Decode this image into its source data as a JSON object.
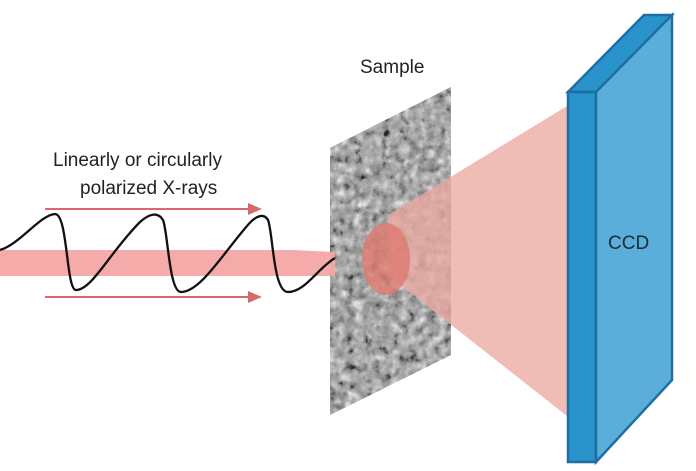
{
  "labels": {
    "sample": "Sample",
    "xrays_line1": "Linearly or circularly",
    "xrays_line2": "polarized X-rays",
    "detector": "CCD"
  },
  "colors": {
    "beam_fill": "#f5a6a6",
    "beam_outline": "#111111",
    "arrow": "#d9686a",
    "cone": "#eaaaa0",
    "spot": "#e07a70",
    "sample_dark": "#4a4a4a",
    "sample_light": "#d9d9d9",
    "ccd_front": "#5aaed9",
    "ccd_side": "#2a93cc",
    "ccd_edge": "#1d6fa3"
  },
  "icons": {
    "wave": "sine-wave-beam",
    "arrow": "right-arrow",
    "detector": "ccd-panel"
  }
}
